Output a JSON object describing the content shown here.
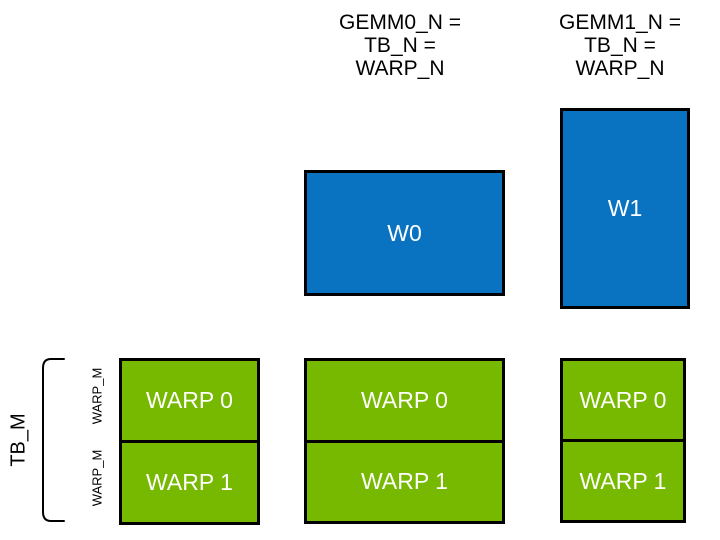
{
  "header": {
    "gemm0": {
      "line1": "GEMM0_N =",
      "line2": "TB_N =",
      "line3": "WARP_N"
    },
    "gemm1": {
      "line1": "GEMM1_N =",
      "line2": "TB_N =",
      "line3": "WARP_N"
    }
  },
  "axis_labels": {
    "tb_m": "TB_M",
    "warp_m_top": "WARP_M",
    "warp_m_bottom": "WARP_M"
  },
  "accumulator_boxes": {
    "w0": "W0",
    "w1": "W1"
  },
  "warp_columns": {
    "left": {
      "row0": "WARP 0",
      "row1": "WARP 1"
    },
    "middle": {
      "row0": "WARP 0",
      "row1": "WARP 1"
    },
    "right": {
      "row0": "WARP 0",
      "row1": "WARP 1"
    }
  },
  "colors": {
    "blue": "#0a73c1",
    "green": "#76b900",
    "border": "#000000",
    "box_text": "#ffffff",
    "text": "#000000",
    "background": "#ffffff"
  }
}
